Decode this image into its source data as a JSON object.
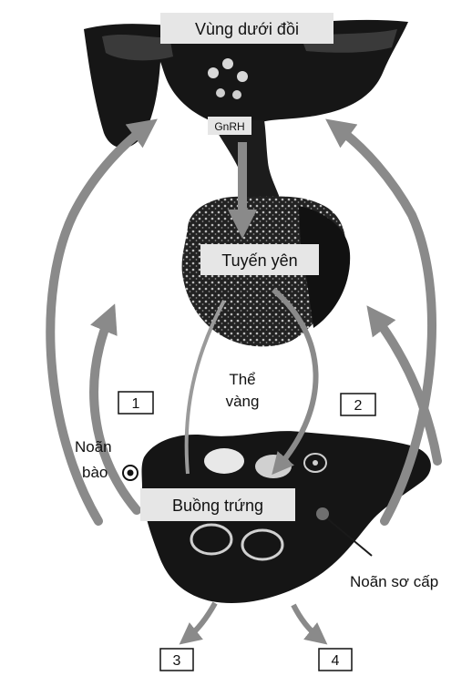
{
  "labels": {
    "hypothalamus": "Vùng dưới đồi",
    "gnrh": "GnRH",
    "pituitary": "Tuyến yên",
    "corpus_luteum_line1": "Thể",
    "corpus_luteum_line2": "vàng",
    "egg_cell_line1": "Noãn",
    "egg_cell_line2": "bào",
    "ovary": "Buồng trứng",
    "primary_oocyte": "Noãn sơ cấp"
  },
  "numbered_boxes": {
    "box1": "1",
    "box2": "2",
    "box3": "3",
    "box4": "4"
  },
  "colors": {
    "arrow": "#8a8a8a",
    "tissue": "#1a1a1a",
    "label_box": "#e6e6e6",
    "text": "#111111"
  }
}
